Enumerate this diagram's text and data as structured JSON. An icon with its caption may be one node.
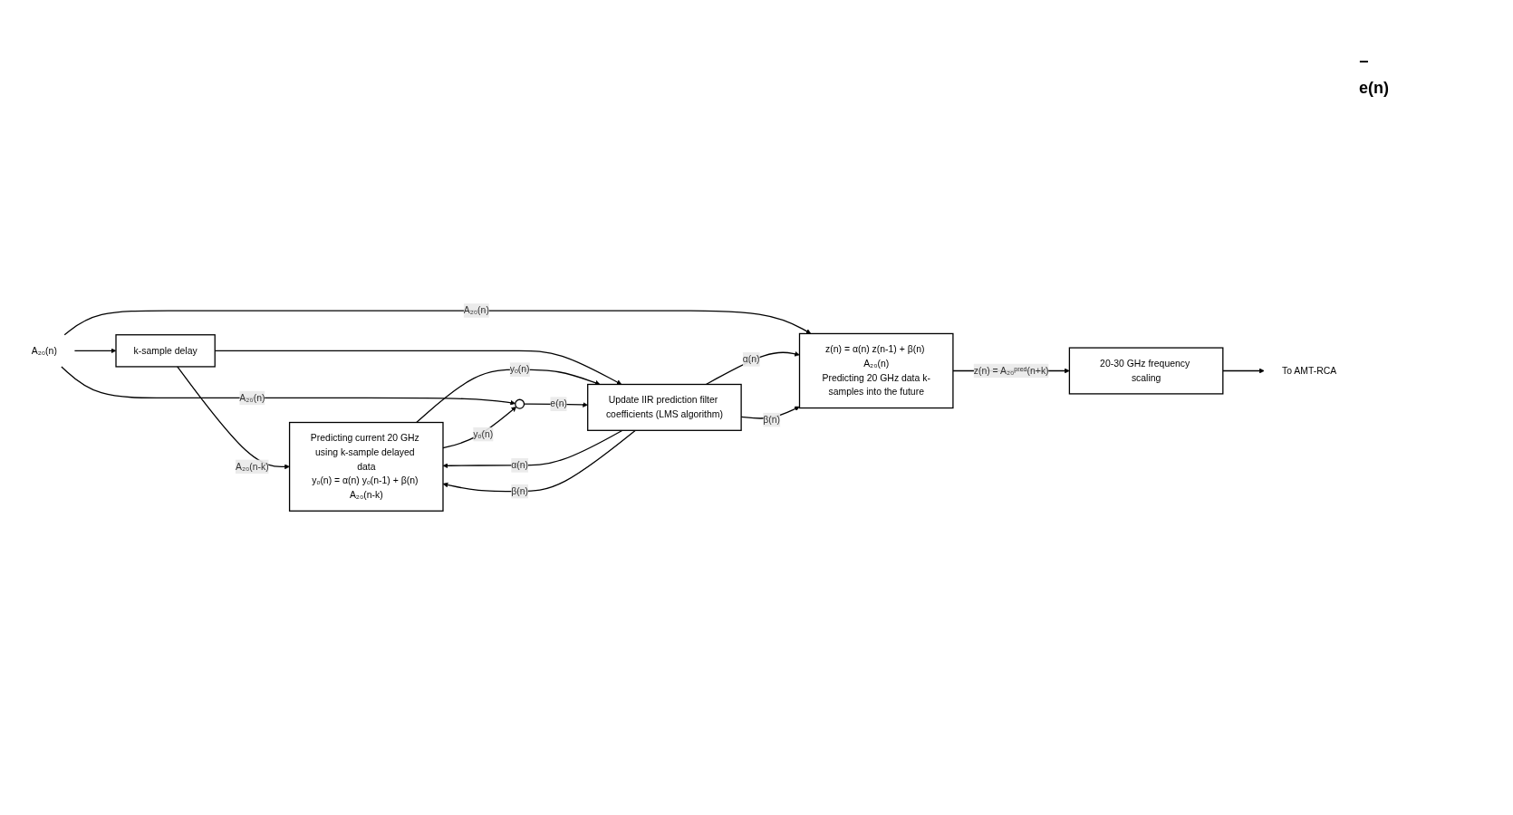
{
  "diagram": {
    "nodes": [
      {
        "text": [
          "A₂₀(n)"
        ]
      },
      {
        "text": [
          "k-sample delay"
        ]
      },
      {
        "text": [
          "Predicting current 20 GHz using k-sample delayed data",
          "yₒ(n) = α(n) yₒ(n-1) + β(n) A₂₀(n-k)"
        ]
      },
      {
        "text": [],
        "shape": "circle"
      },
      {
        "text": [
          "Update IIR prediction filter coefficients (LMS algorithm)"
        ]
      },
      {
        "text": [
          "z(n) = α(n) z(n-1) + β(n) A₂₀(n)",
          "Predicting 20 GHz data k-samples into the future"
        ]
      },
      {
        "text": [
          "20-30 GHz frequency scaling"
        ]
      },
      {
        "text": [
          "To AMT-RCA"
        ]
      }
    ],
    "edges": [
      {
        "from": 0,
        "to": 1,
        "arrow": "to"
      },
      {
        "from": 0,
        "to": 3,
        "arrow": "to",
        "label": "A₂₀(n)"
      },
      {
        "from": 0,
        "to": 5,
        "arrow": "to",
        "label": "A₂₀(n)"
      },
      {
        "from": 1,
        "to": 2,
        "arrow": "to",
        "label": "A₂₀(n-k)"
      },
      {
        "from": 1,
        "to": 4,
        "arrow": "to"
      },
      {
        "from": 2,
        "to": 3,
        "arrow": "to",
        "label": "yₒ(n)"
      },
      {
        "from": 2,
        "to": 4,
        "arrow": "to",
        "label": "yₒ(n)"
      },
      {
        "from": 3,
        "to": 4,
        "arrow": "to",
        "label": "e(n)"
      },
      {
        "from": 4,
        "to": 2,
        "arrow": "to",
        "label": "α(n)"
      },
      {
        "from": 4,
        "to": 2,
        "arrow": "to",
        "label": "β(n)"
      },
      {
        "from": 4,
        "to": 5,
        "arrow": "to",
        "label": "α(n)"
      },
      {
        "from": 4,
        "to": 5,
        "arrow": "to",
        "label": "β(n)"
      },
      {
        "from": 5,
        "to": 6,
        "arrow": "to",
        "label": "z(n) = A₂₀ᵖʳᵉᵈ(n+k)"
      },
      {
        "from": 6,
        "to": 7,
        "arrow": "to"
      }
    ],
    "labels": [
      "−",
      "e(n)"
    ]
  }
}
